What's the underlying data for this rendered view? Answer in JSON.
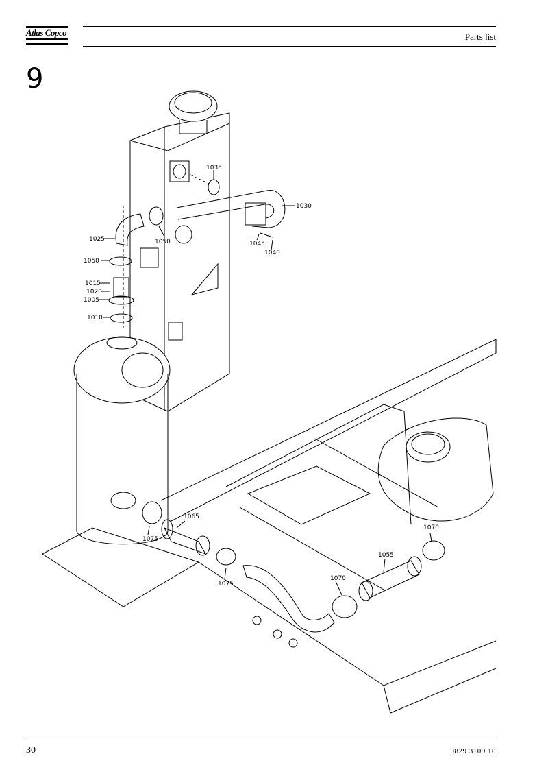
{
  "header": {
    "logo_text": "Atlas Copco",
    "title": "Parts list"
  },
  "section_number": "9",
  "callouts": {
    "c1035": "1035",
    "c1030": "1030",
    "c1025": "1025",
    "c1050a": "1050",
    "c1050b": "1050",
    "c1045": "1045",
    "c1040": "1040",
    "c1015": "1015",
    "c1020": "1020",
    "c1005": "1005",
    "c1010": "1010",
    "c1065": "1065",
    "c1075a": "1075",
    "c1075b": "1075",
    "c1070a": "1070",
    "c1070b": "1070",
    "c1055": "1055"
  },
  "footer": {
    "page_number": "30",
    "document_number": "9829 3109 10"
  }
}
